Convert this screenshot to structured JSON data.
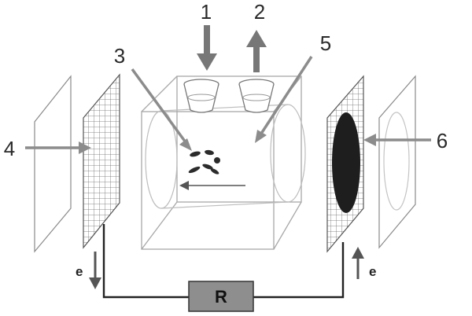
{
  "labels": {
    "l1": "1",
    "l2": "2",
    "l3": "3",
    "l4": "4",
    "l5": "5",
    "l6": "6"
  },
  "electron_left": "e",
  "electron_right": "e",
  "resistor": "R",
  "colors": {
    "callout_arrow": "#8c8c8c",
    "flow_arrow": "#777777",
    "frame": "#9a9a9a",
    "wire": "#222222",
    "resistor_fill": "#8e8e8e",
    "membrane_fill": "#1e1e1e"
  }
}
